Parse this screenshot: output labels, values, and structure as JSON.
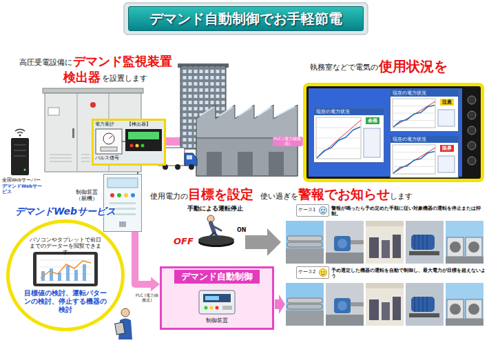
{
  "diagram": {
    "title": "デマンド自動制御でお手軽節電",
    "nodes": [
      {
        "text": [
          "高圧受電設備に",
          "デマンド監視装置",
          "検出器",
          "を設置します"
        ]
      },
      {
        "text": [
          "電力量計",
          "【検出器】",
          "パルス信号"
        ],
        "in": 0
      },
      {
        "text": [
          "執務室などで電気の",
          "使用状況を"
        ]
      },
      {
        "text": [
          "現在の電力状況",
          "余裕"
        ],
        "in": 2
      },
      {
        "text": [
          "現在の電力状況",
          "注意"
        ],
        "in": 2
      },
      {
        "text": [
          "現在の電力状況",
          "限界"
        ],
        "in": 2
      },
      {
        "text": [
          "制御装置 （親機）"
        ]
      },
      {
        "text": [
          "デマンドWebサービス",
          "パソコンやタブレットで前日までのデーターを閲覧できます",
          "目標値の検討、運転パターンの検討、停止する機器の検討"
        ]
      },
      {
        "text": [
          "ケース1"
        ]
      },
      {
        "text": [
          "ケース2"
        ]
      },
      {
        "text": [
          "デマンド自動制御",
          "制御装置"
        ]
      }
    ],
    "edges": [
      {
        "from": 1,
        "to": 2,
        "arrow": "none",
        "label": "PLC (電力線搬送)"
      },
      {
        "from": 1,
        "to": 6,
        "arrow": "none"
      },
      {
        "from": 6,
        "to": 10,
        "arrow": "to",
        "label": "PLC (電力線搬送)"
      }
    ],
    "labels": [
      "全国Webサーバー",
      "デマンドWebサービス",
      "使用電力の",
      "目標を設定",
      "使い過ぎを",
      "警報でお知らせ",
      "します",
      "手動による運転停止",
      "OFF",
      "ON",
      "警報が鳴ったら予め定めた手順に従い対象機器の運転を停止または抑制。",
      "予め選定した機器の運転を自動で制御し、最大電力が目標を超えないよう"
    ]
  }
}
